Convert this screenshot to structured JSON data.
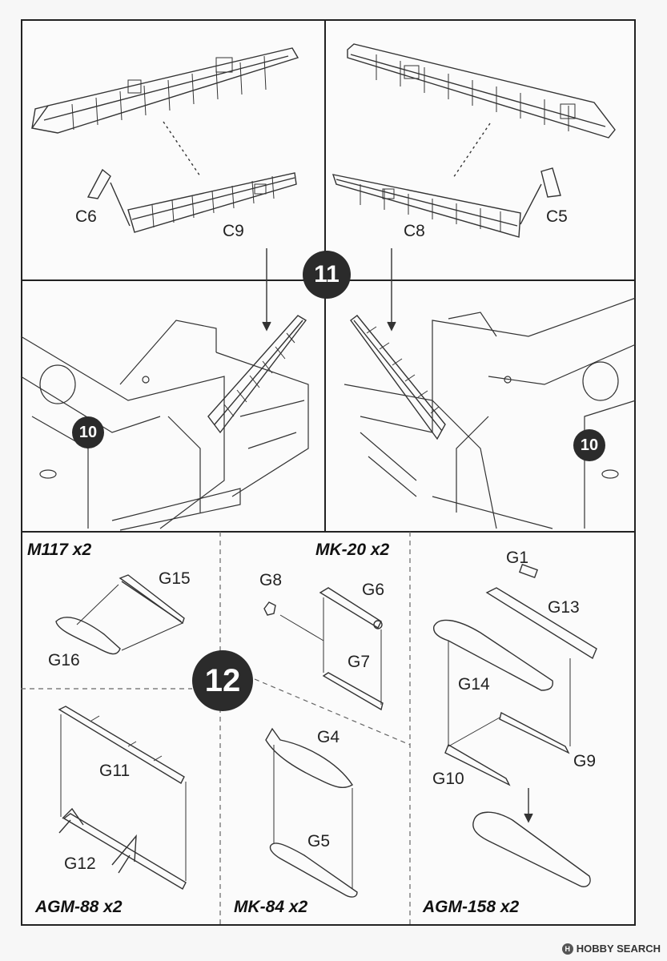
{
  "steps": {
    "step11": "11",
    "step12": "12",
    "step10_left": "10",
    "step10_right": "10"
  },
  "parts": {
    "c6": "C6",
    "c9": "C9",
    "c8": "C8",
    "c5": "C5",
    "g15": "G15",
    "g16": "G16",
    "g8": "G8",
    "g6": "G6",
    "g7": "G7",
    "g1": "G1",
    "g13": "G13",
    "g14": "G14",
    "g9": "G9",
    "g10": "G10",
    "g11": "G11",
    "g12": "G12",
    "g4": "G4",
    "g5": "G5"
  },
  "weapons": {
    "m117": "M117 x2",
    "mk20": "MK-20 x2",
    "agm88": "AGM-88 x2",
    "mk84": "MK-84 x2",
    "agm158": "AGM-158 x2"
  },
  "footer": {
    "brand": "HOBBY SEARCH",
    "logo_icon": "hobby-search-logo-icon"
  }
}
